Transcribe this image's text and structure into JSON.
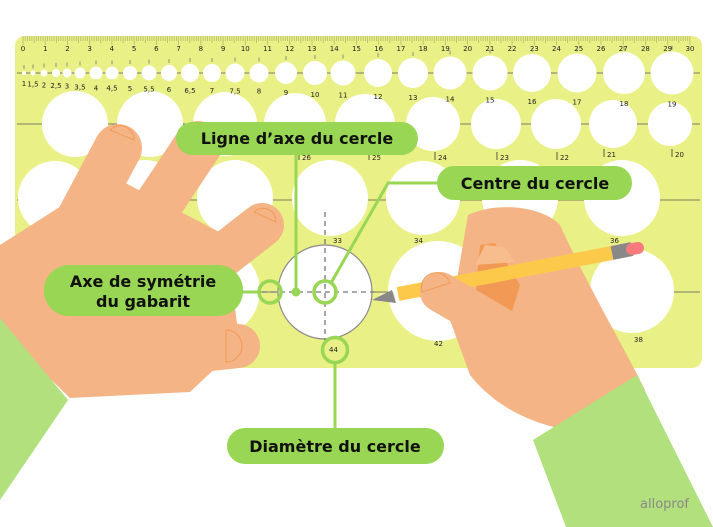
{
  "colors": {
    "template": "#e9f085",
    "callout": "#98d653",
    "skin": "#f5b485",
    "skin_shadow": "#f29a55",
    "sleeve": "#b1e07c",
    "pencil": "#fdc94a",
    "eraser_band": "#888888",
    "eraser": "#f77b7b"
  },
  "ruler_numbers": [
    "0",
    "1",
    "2",
    "3",
    "4",
    "5",
    "6",
    "7",
    "8",
    "9",
    "10",
    "11",
    "12",
    "13",
    "14",
    "15",
    "16",
    "17",
    "18",
    "19",
    "20",
    "21",
    "22",
    "23",
    "24",
    "25",
    "26",
    "27",
    "28",
    "29",
    "30"
  ],
  "row1_labels": [
    "1",
    "1,5",
    "2",
    "2,5",
    "3",
    "3,5",
    "4",
    "4,5",
    "5",
    "5,5",
    "6",
    "6,5",
    "7",
    "7,5",
    "8",
    "9",
    "10",
    "11",
    "12",
    "13",
    "14",
    "15",
    "16",
    "17",
    "18",
    "19"
  ],
  "row2_labels": [
    "26",
    "25",
    "24",
    "23",
    "22",
    "21",
    "20"
  ],
  "row3_labels": [
    "33",
    "34",
    "36"
  ],
  "row4_labels": [
    "44",
    "42",
    "38"
  ],
  "callouts": {
    "axis_line": "Ligne d’axe du cercle",
    "center": "Centre du cercle",
    "symmetry_line1": "Axe de symétrie",
    "symmetry_line2": "du gabarit",
    "diameter": "Diamètre du cercle"
  },
  "logo": "alloprof"
}
